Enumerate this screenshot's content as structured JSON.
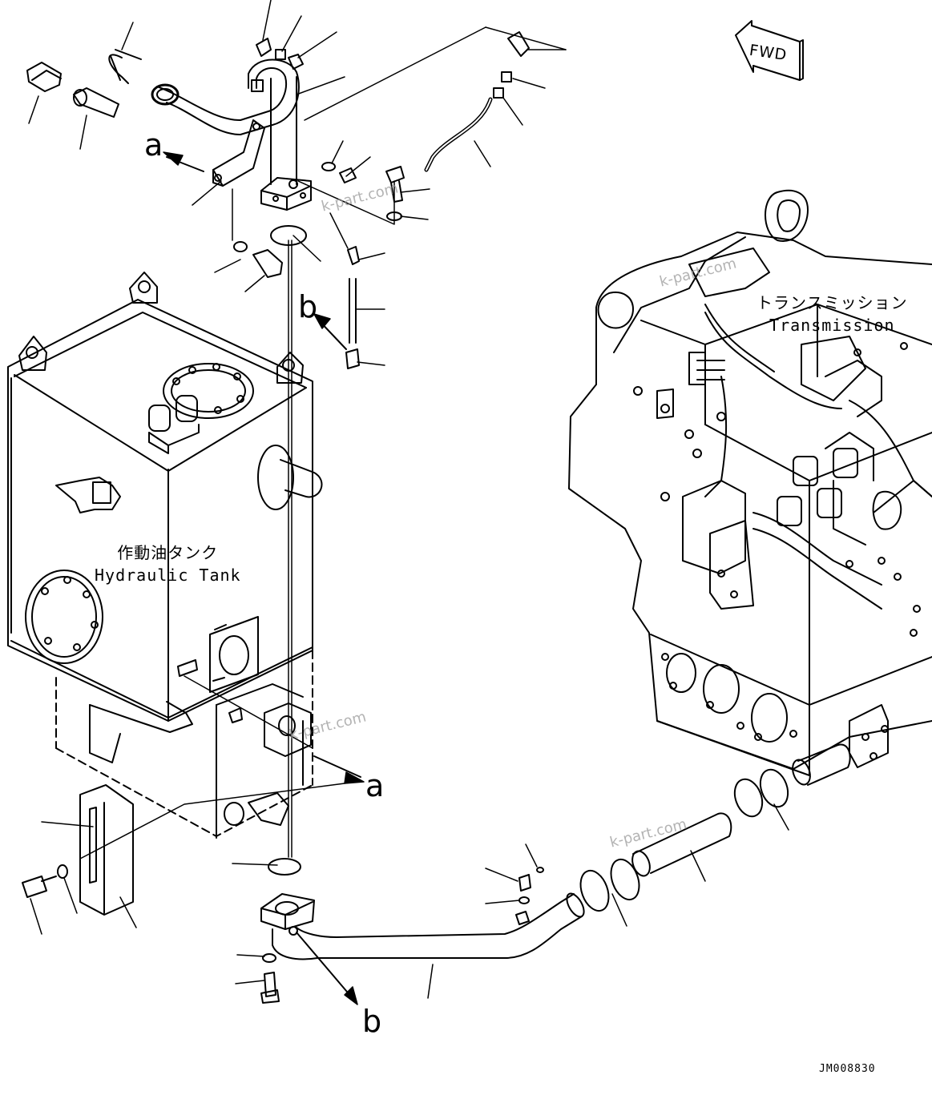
{
  "labels": {
    "hydraulic_tank_jp": "作動油タンク",
    "hydraulic_tank_en": "Hydraulic Tank",
    "transmission_jp": "トランスミッション",
    "transmission_en": "Transmission",
    "fwd": "FWD",
    "drawing_number": "JM008830"
  },
  "view_markers": {
    "a_top": "a",
    "a_bottom": "a",
    "b_middle": "b",
    "b_bottom": "b"
  },
  "watermarks": [
    "k-part.com",
    "k-part.com",
    "k-part.com",
    "k-part.com"
  ]
}
